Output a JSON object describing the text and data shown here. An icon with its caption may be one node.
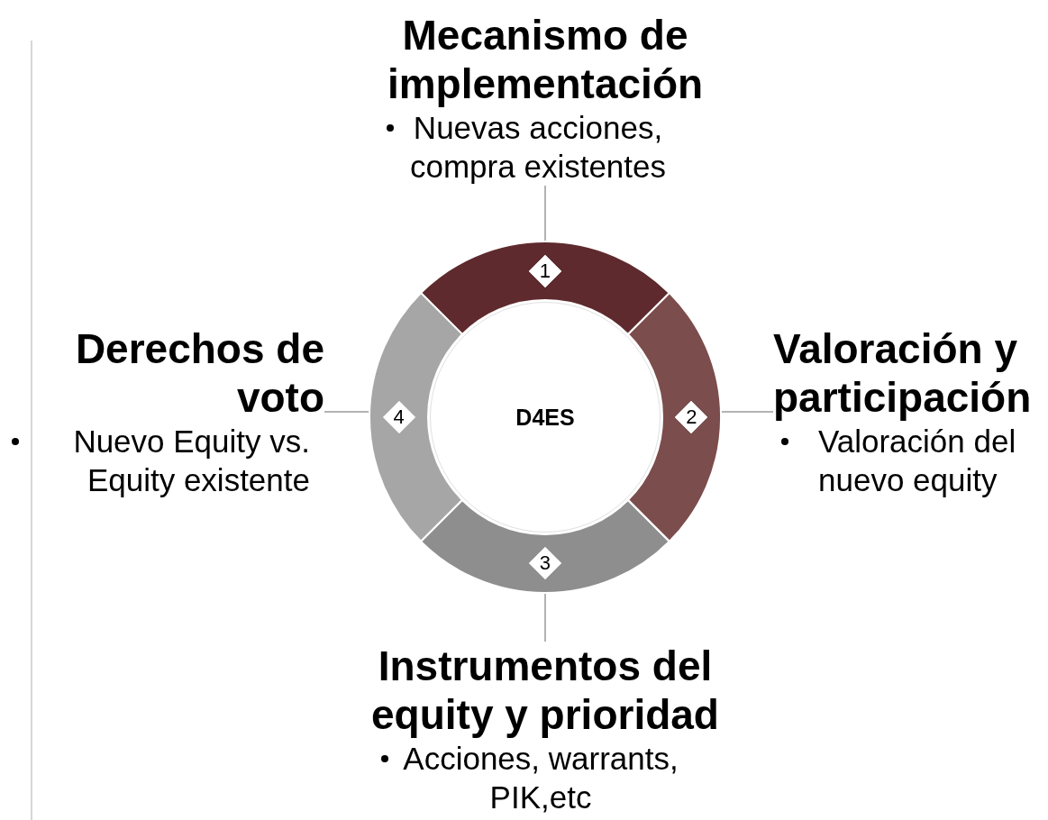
{
  "diagram": {
    "nodes": [
      {
        "text": [
          "Mecanismo de implementación",
          "Nuevas acciones, compra existentes"
        ]
      },
      {
        "text": [
          "Derechos de voto",
          "Nuevo Equity vs. Equity existente"
        ]
      },
      {
        "text": [
          "Valoración y participación",
          "Valoración del nuevo equity"
        ]
      },
      {
        "text": [
          "1"
        ]
      },
      {
        "text": [
          "4"
        ]
      },
      {
        "text": [
          "D4ES"
        ]
      },
      {
        "text": [
          "2"
        ]
      },
      {
        "text": [
          "3"
        ]
      },
      {
        "text": [
          "Instrumentos del equity y prioridad",
          "Acciones, warrants, PIK,etc"
        ]
      }
    ],
    "edges": [
      {
        "from": 3,
        "to": 0,
        "arrow": "none"
      },
      {
        "from": 4,
        "to": 1,
        "arrow": "none"
      },
      {
        "from": 6,
        "to": 2,
        "arrow": "none"
      },
      {
        "from": 7,
        "to": 8,
        "arrow": "none"
      }
    ]
  }
}
